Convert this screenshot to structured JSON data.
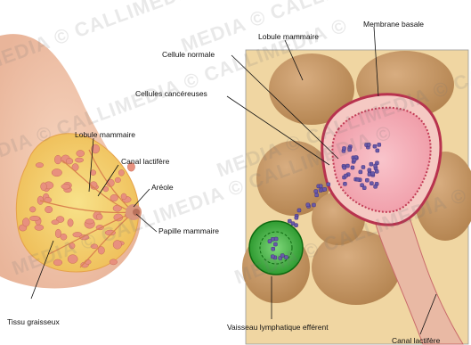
{
  "labels": {
    "lobule_left": "Lobule mammaire",
    "canal_left": "Canal lactifère",
    "areole": "Aréole",
    "papille": "Papille mammaire",
    "tissu": "Tissu graisseux",
    "lobule_right": "Lobule mammaire",
    "membrane": "Membrane basale",
    "cellule_normale": "Cellule normale",
    "cellules_cancereuses": "Cellules cancéreuses",
    "vaisseau": "Vaisseau lymphatique efférent",
    "canal_right": "Canal lactifère"
  },
  "watermark": "MEDIA © CALLIMEDIA © CALLIMEDIA ©",
  "colors": {
    "skin": "#f2c9b0",
    "fat": "#f6d46a",
    "lobule": "#e8907e",
    "panel_bg": "#f0d6a2",
    "lobule_brown": "#c99a6c",
    "duct_pink": "#f3a9b2",
    "duct_wall": "#c23a55",
    "cancer": "#6a5aa8",
    "lymph": "#2aa12a"
  }
}
